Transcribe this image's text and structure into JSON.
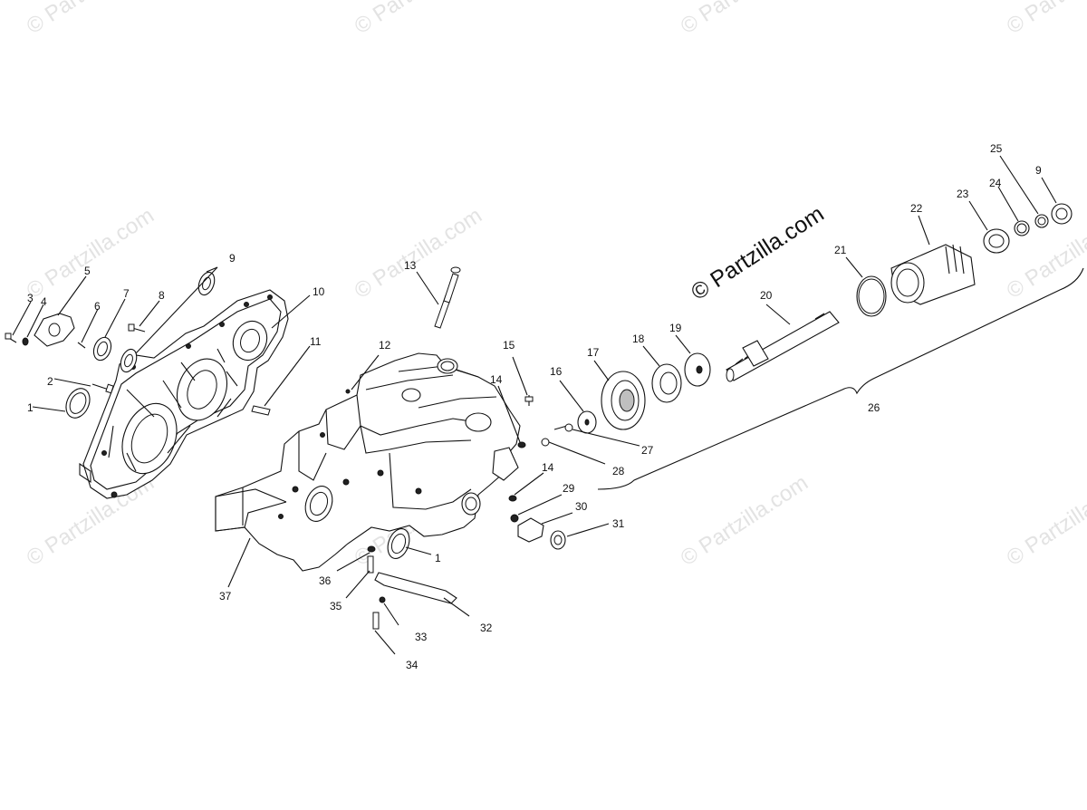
{
  "watermark": {
    "text": "© Partzilla.com",
    "featured_text": "© Partzilla.com"
  },
  "callouts": [
    "1",
    "2",
    "3",
    "4",
    "5",
    "6",
    "7",
    "8",
    "9",
    "10",
    "11",
    "12",
    "13",
    "14",
    "15",
    "16",
    "17",
    "18",
    "19",
    "20",
    "21",
    "22",
    "23",
    "24",
    "25",
    "26",
    "27",
    "28",
    "29",
    "30",
    "31",
    "32",
    "33",
    "34",
    "35",
    "36",
    "37"
  ]
}
